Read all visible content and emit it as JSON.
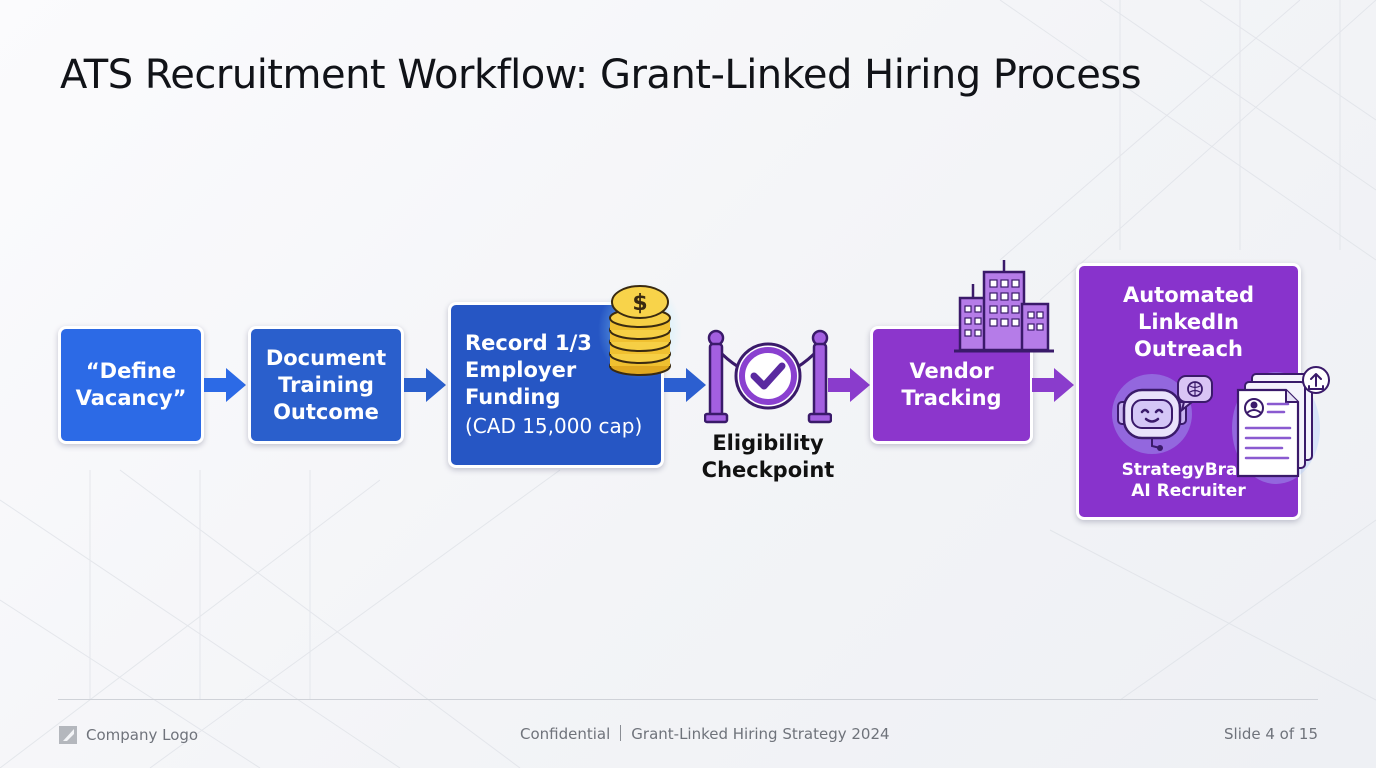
{
  "slide": {
    "title": "ATS Recruitment Workflow: Grant-Linked Hiring Process"
  },
  "steps": [
    {
      "lines": [
        "“Define",
        "Vacancy”"
      ],
      "color": "#2c6ae6"
    },
    {
      "lines": [
        "Document",
        "Training",
        "Outcome"
      ],
      "color": "#2a5fcc"
    },
    {
      "lines": [
        "Record 1/3",
        "Employer",
        "Funding"
      ],
      "sub": "(CAD 15,000 cap)",
      "color": "#2656c4",
      "icon": "coin-stack-icon"
    },
    {
      "lines": [
        "Eligibility",
        "Checkpoint"
      ],
      "icon": "checkpoint-gate-icon",
      "color": "#7a3bc8"
    },
    {
      "lines": [
        "Vendor",
        "Tracking"
      ],
      "color": "#8c36cc",
      "icon": "office-buildings-icon"
    },
    {
      "lines": [
        "Automated",
        "LinkedIn",
        "Outreach"
      ],
      "sub_lines": [
        "StrategyBrain",
        "AI Recruiter"
      ],
      "color": "#8833cc",
      "icon": "robot-recruiter-icon"
    }
  ],
  "footer": {
    "logo_text": "Company Logo",
    "confidential": "Confidential",
    "strategy": "Grant-Linked Hiring Strategy 2024",
    "slide_number": "Slide 4 of 15"
  }
}
